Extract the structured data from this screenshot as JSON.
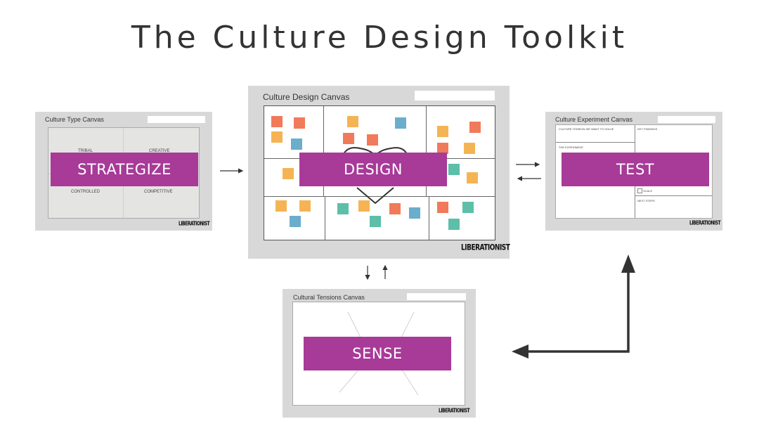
{
  "title": "The Culture Design Toolkit",
  "colors": {
    "accent": "#a83a98",
    "card": "#d8d8d8",
    "arrow": "#333333"
  },
  "brand": "LIBERATIONIST",
  "strategize": {
    "canvas_title": "Culture Type Canvas",
    "label": "STRATEGIZE",
    "quadrants": [
      "TRIBAL",
      "CREATIVE",
      "CONTROLLED",
      "COMPETITIVE"
    ]
  },
  "design": {
    "canvas_title": "Culture Design Canvas",
    "label": "DESIGN"
  },
  "test": {
    "canvas_title": "Culture Experiment Canvas",
    "label": "TEST",
    "fields": [
      "CULTURE TENSION WE WANT TO SOLVE",
      "KEY FINDINGS",
      "THE EXPERIMENT",
      "SCALE",
      "NEXT STEPS"
    ]
  },
  "sense": {
    "canvas_title": "Cultural Tensions Canvas",
    "label": "SENSE"
  }
}
